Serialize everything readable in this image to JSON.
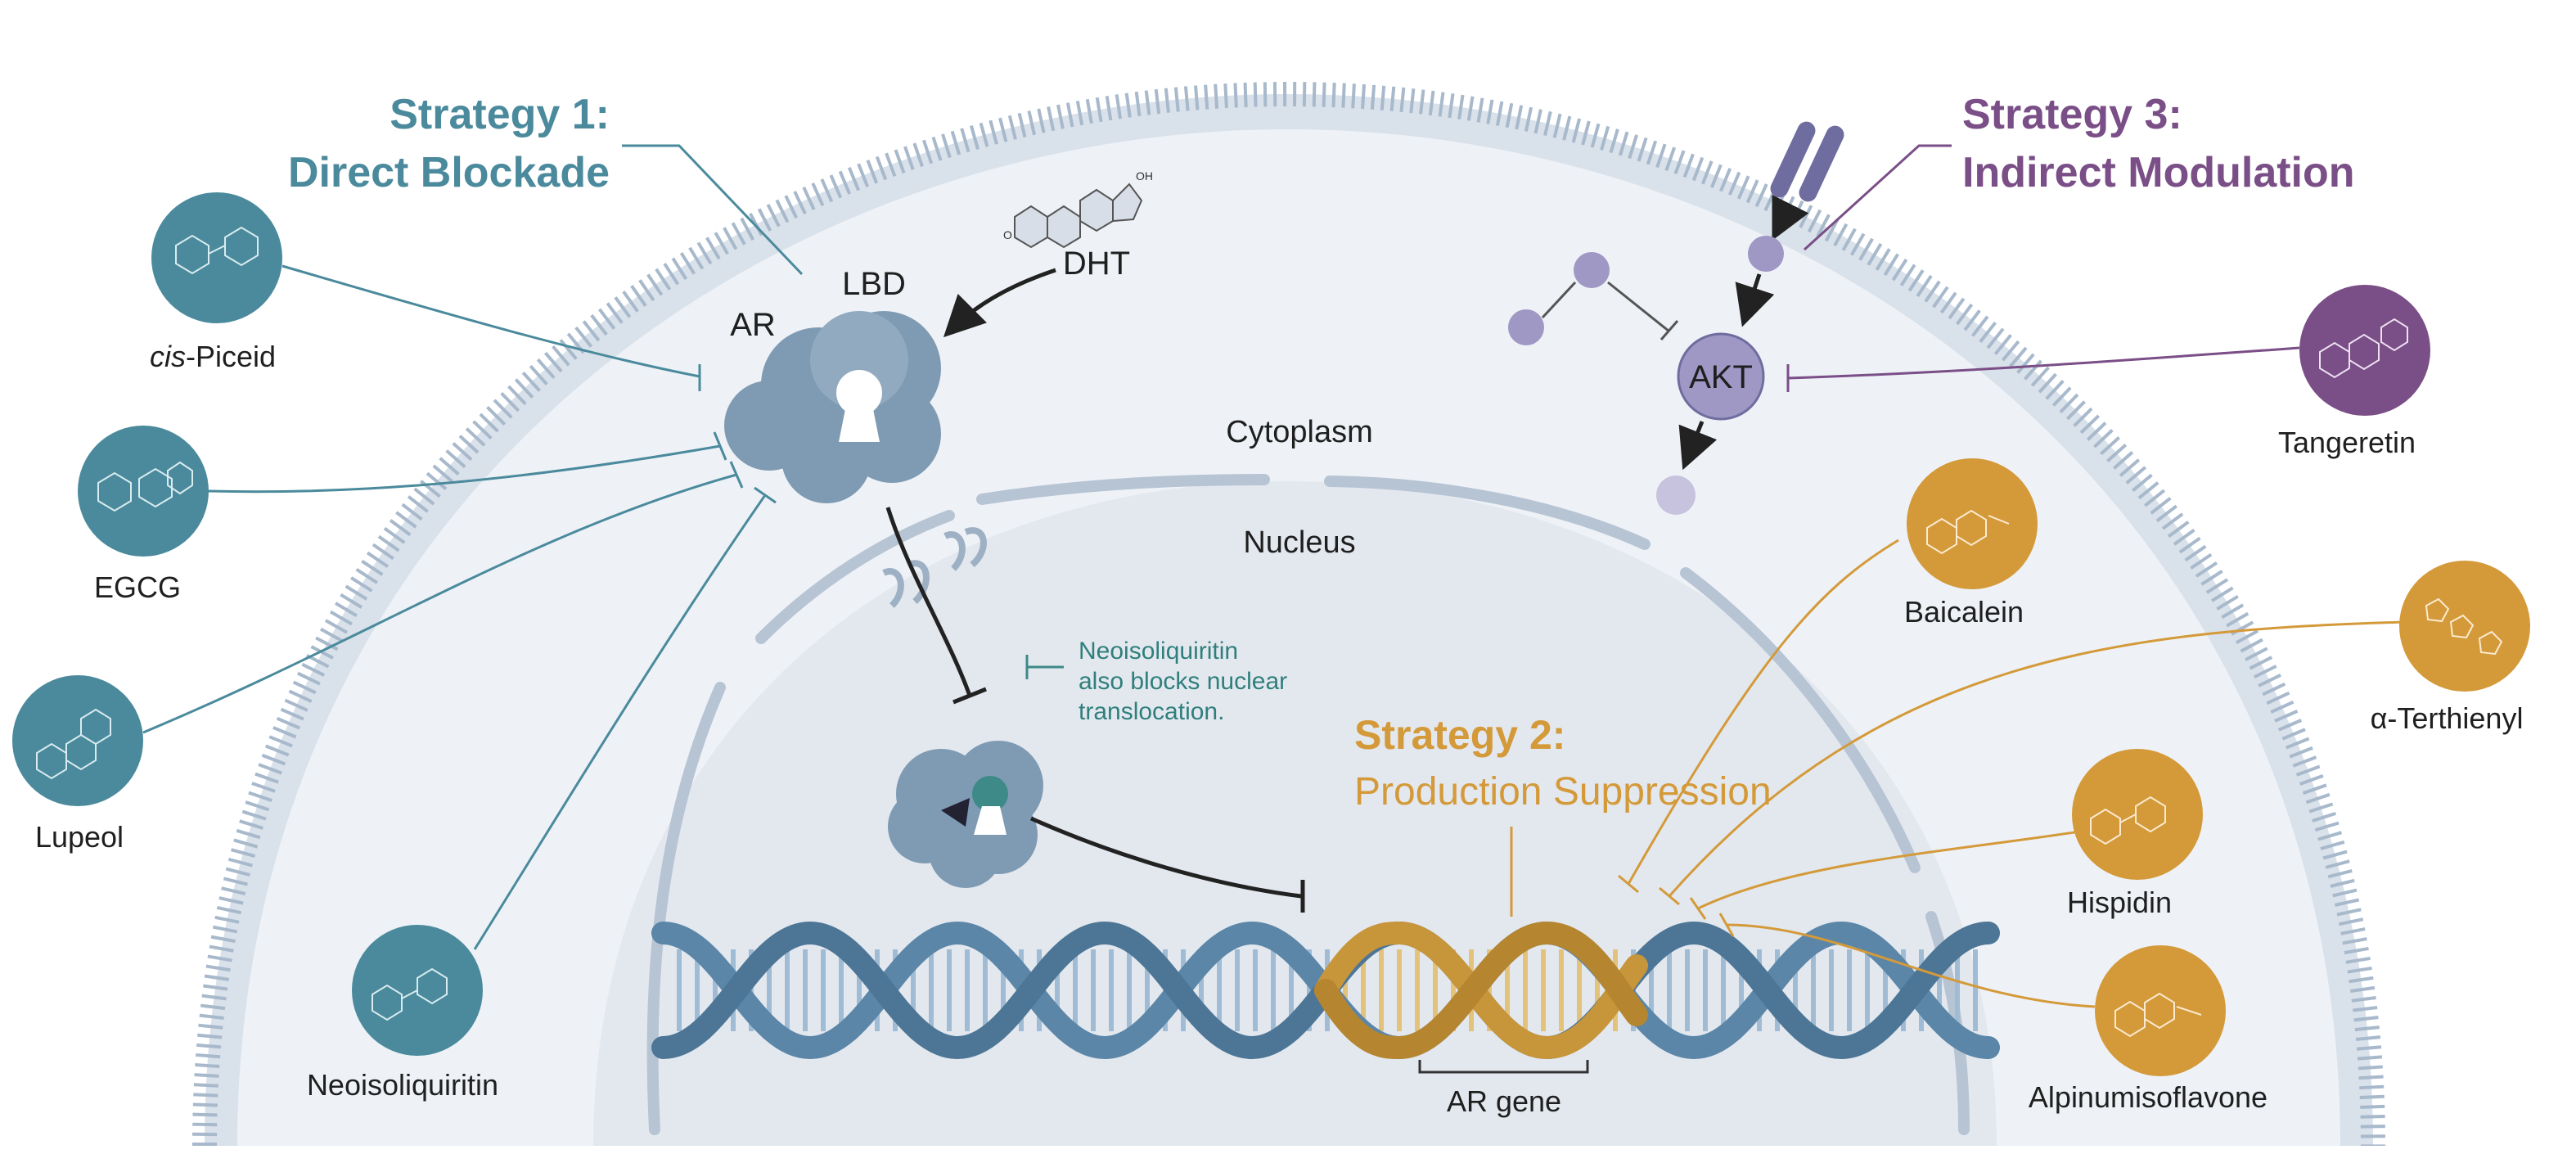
{
  "colors": {
    "strategy1": "#4a8a9c",
    "strategy2": "#d49a3a",
    "strategy3": "#7a4e86",
    "membrane": "#b8c8da",
    "cytoplasm": "#eef2f7",
    "nucleus": "#e4e9f0",
    "dna_blue": "#5b86a8",
    "dna_gold": "#c7953a",
    "protein": "#7f9bb3",
    "akt_node": "#9f97c4",
    "text": "#1f1f1f"
  },
  "strategy1": {
    "line1": "Strategy 1:",
    "line2": "Direct Blockade"
  },
  "strategy2": {
    "line1": "Strategy 2:",
    "line2": "Production Suppression"
  },
  "strategy3": {
    "line1": "Strategy 3:",
    "line2": "Indirect Modulation"
  },
  "compartments": {
    "cytoplasm": "Cytoplasm",
    "nucleus": "Nucleus"
  },
  "receptor": {
    "ar": "AR",
    "lbd": "LBD",
    "ligand": "DHT"
  },
  "akt": {
    "label": "AKT"
  },
  "gene": {
    "label": "AR gene"
  },
  "note": {
    "line1": "Neoisoliquiritin",
    "line2": "also blocks nuclear",
    "line3": "translocation."
  },
  "compounds": {
    "cis_piceid": {
      "prefix": "cis",
      "suffix": "-Piceid"
    },
    "egcg": "EGCG",
    "lupeol": "Lupeol",
    "neoisoliquiritin": "Neoisoliquiritin",
    "tangeretin": "Tangeretin",
    "baicalein": "Baicalein",
    "terthienyl": "α-Terthienyl",
    "hispidin": "Hispidin",
    "alpinumisoflavone": "Alpinumisoflavone"
  }
}
